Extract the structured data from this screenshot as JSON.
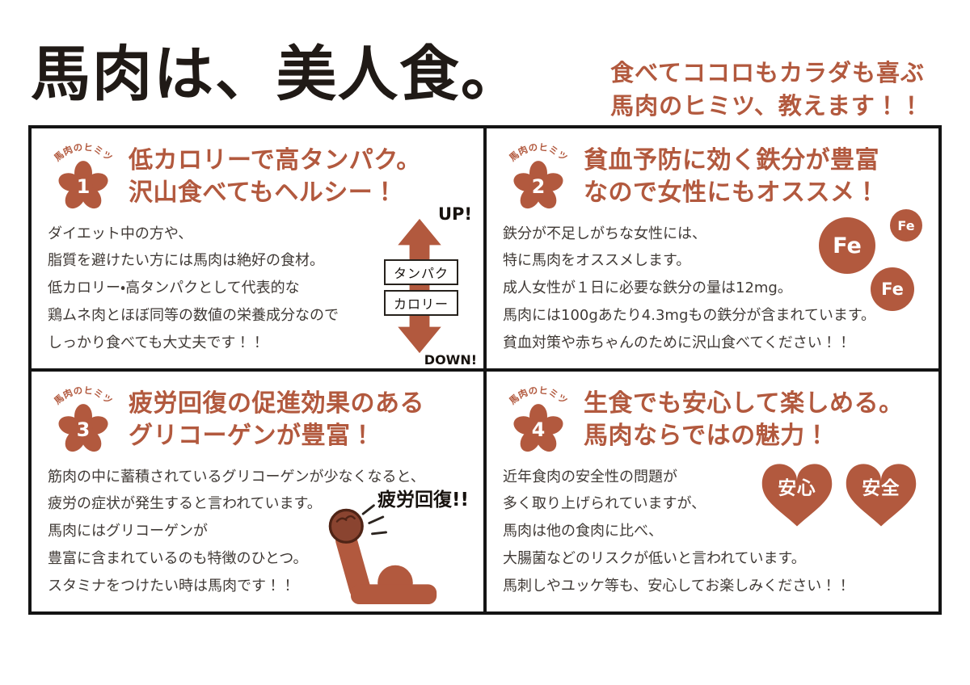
{
  "colors": {
    "accent": "#b2593e",
    "ink": "#201a16",
    "body": "#403a36"
  },
  "header": {
    "title": "馬肉は、美人食。",
    "tagline": [
      "食べてココロもカラダも喜ぶ",
      "馬肉のヒミツ、教えます！！"
    ]
  },
  "panels": [
    {
      "badge": "馬肉のヒミツ",
      "number": "1",
      "heading": [
        "低カロリーで高タンパク。",
        "沢山食べてもヘルシー！"
      ],
      "body": [
        "ダイエット中の方や、",
        "脂質を避けたい方には馬肉は絶好の食材。",
        "低カロリー・高タンパクとして代表的な",
        "鶏ムネ肉とほぼ同等の数値の栄養成分なので",
        "しっかり食べても大丈夫です！！"
      ],
      "illustration": {
        "up": "UP!",
        "down": "DOWN!",
        "box_top": "タンパク",
        "box_bottom": "カロリー"
      }
    },
    {
      "badge": "馬肉のヒミツ",
      "number": "2",
      "heading": [
        "貧血予防に効く鉄分が豊富",
        "なので女性にもオススメ！"
      ],
      "body": [
        "鉄分が不足しがちな女性には、",
        "特に馬肉をオススメします。",
        "成人女性が１日に必要な鉄分の量は12mg。",
        "馬肉には100gあたり4.3mgもの鉄分が含まれています。",
        "貧血対策や赤ちゃんのために沢山食べてください！！"
      ],
      "illustration": {
        "fe_large": "Fe",
        "fe_small": "Fe",
        "fe_medium": "Fe"
      }
    },
    {
      "badge": "馬肉のヒミツ",
      "number": "3",
      "heading": [
        "疲労回復の促進効果のある",
        "グリコーゲンが豊富！"
      ],
      "body": [
        "筋肉の中に蓄積されているグリコーゲンが少なくなると、",
        "疲労の症状が発生すると言われています。",
        "馬肉にはグリコーゲンが",
        "豊富に含まれているのも特徴のひとつ。",
        "スタミナをつけたい時は馬肉です！！"
      ],
      "illustration": {
        "caption": "疲労回復!!"
      }
    },
    {
      "badge": "馬肉のヒミツ",
      "number": "4",
      "heading": [
        "生食でも安心して楽しめる。",
        "馬肉ならではの魅力！"
      ],
      "body": [
        "近年食肉の安全性の問題が",
        "多く取り上げられていますが、",
        "馬肉は他の食肉に比べ、",
        "大腸菌などのリスクが低いと言われています。",
        "馬刺しやユッケ等も、安心してお楽しみください！！"
      ],
      "illustration": {
        "heart_left": "安心",
        "heart_right": "安全"
      }
    }
  ]
}
